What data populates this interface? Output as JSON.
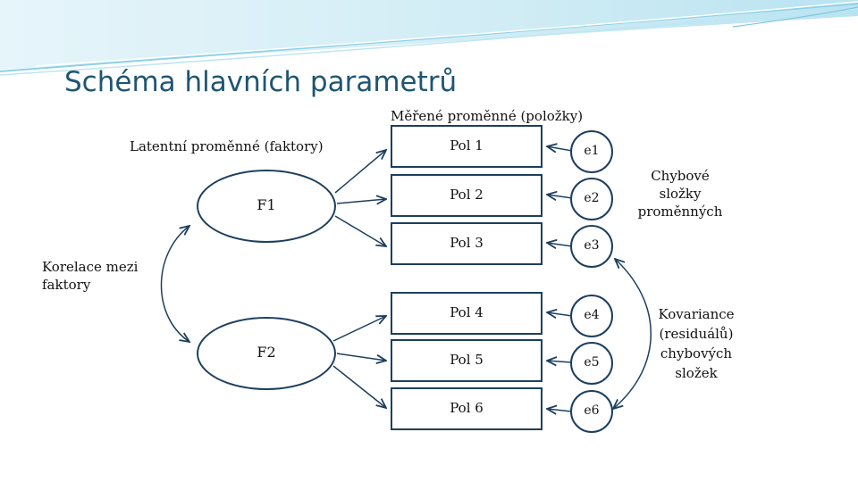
{
  "slide": {
    "title": "Schéma hlavních parametrů",
    "labels": {
      "measured": "Měřené proměnné (položky)",
      "latent": "Latentní proměnné (faktory)",
      "factor_corr_line1": "Korelace mezi",
      "factor_corr_line2": "faktory",
      "error_line1": "Chybové",
      "error_line2": "složky",
      "error_line3": "proměnných",
      "cov_line1": "Kovariance",
      "cov_line2": "(residuálů)",
      "cov_line3": "chybových",
      "cov_line4": "složek"
    },
    "factors": [
      {
        "label": "F1"
      },
      {
        "label": "F2"
      }
    ],
    "items": [
      {
        "label": "Pol 1"
      },
      {
        "label": "Pol 2"
      },
      {
        "label": "Pol 3"
      },
      {
        "label": "Pol 4"
      },
      {
        "label": "Pol 5"
      },
      {
        "label": "Pol 6"
      }
    ],
    "errors": [
      {
        "label": "e1"
      },
      {
        "label": "e2"
      },
      {
        "label": "e3"
      },
      {
        "label": "e4"
      },
      {
        "label": "e5"
      },
      {
        "label": "e6"
      }
    ]
  },
  "colors": {
    "title": "#1f5573",
    "stroke": "#1d3f5e",
    "header_light": "#d6eef6",
    "header_mid": "#8fd0e6"
  }
}
